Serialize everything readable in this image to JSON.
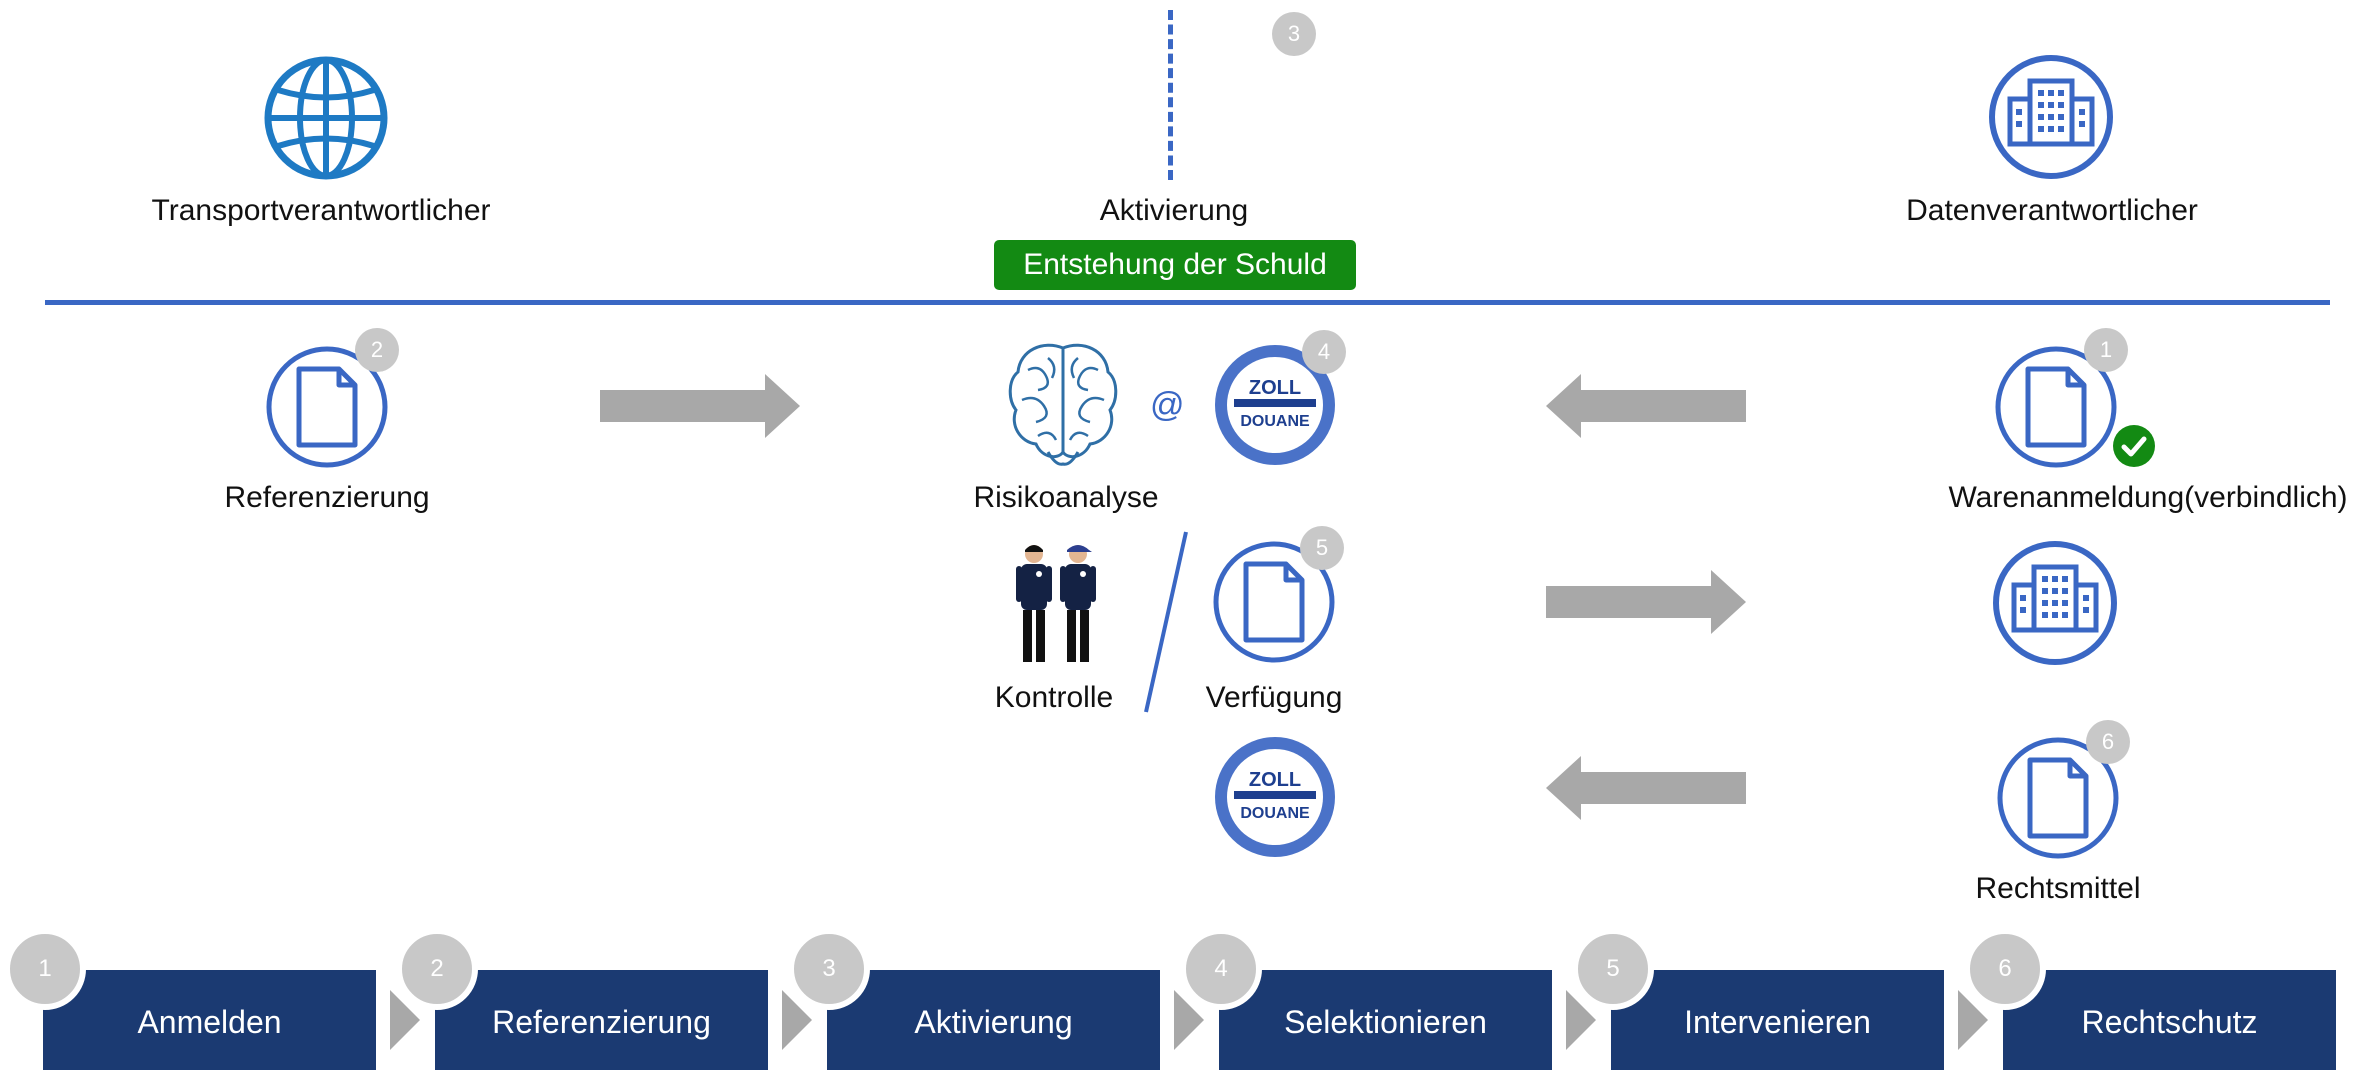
{
  "header": {
    "left_label": "Transportverantwortlicher",
    "center_label": "Aktivierung",
    "center_badge": "Entstehung der Schuld",
    "center_number": "3",
    "right_label": "Datenverantwortlicher"
  },
  "left": {
    "doc_label": "Referenzierung",
    "doc_number": "2"
  },
  "middle": {
    "analysis_label": "Risikoanalyse",
    "at_sign": "@",
    "customs_number": "4",
    "control_label": "Kontrolle",
    "order_label": "Verfügung",
    "order_number": "5",
    "seal_top": "ZOLL",
    "seal_bottom": "DOUANE"
  },
  "right": {
    "declaration_label": "Warenanmeldung(verbindlich)",
    "declaration_number": "1",
    "appeal_label": "Rechtsmittel",
    "appeal_number": "6"
  },
  "steps": [
    {
      "number": "1",
      "label": "Anmelden"
    },
    {
      "number": "2",
      "label": "Referenzierung"
    },
    {
      "number": "3",
      "label": "Aktivierung"
    },
    {
      "number": "4",
      "label": "Selektionieren"
    },
    {
      "number": "5",
      "label": "Intervenieren"
    },
    {
      "number": "6",
      "label": "Rechtschutz"
    }
  ],
  "colors": {
    "accent_blue": "#3a67c4",
    "globe_blue": "#1e7ac4",
    "navy": "#1b3a72",
    "green": "#138a13",
    "arrow_gray": "#a8a8a8",
    "number_gray": "#c8c8c8"
  }
}
